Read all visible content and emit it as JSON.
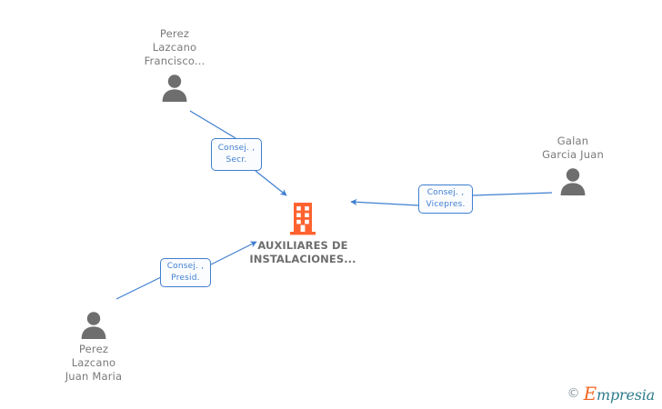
{
  "graph": {
    "title": "company-relationship-graph",
    "colors": {
      "edge": "#3f7fd0",
      "label_border": "#3f7fd0",
      "label_text": "#3f7fd0",
      "person_icon": "#6e6e6e",
      "person_text": "#7a7a7a",
      "company_icon": "#ff6230",
      "company_text": "#6e6e6e",
      "background": "#ffffff"
    },
    "company": {
      "name": "AUXILIARES DE\nINSTALACIONES...",
      "icon": "building-icon"
    },
    "people": [
      {
        "id": "perez-lazcano-francisco",
        "name": "Perez\nLazcano\nFrancisco...",
        "icon": "person-icon",
        "role": "Consej. ,\nSecr."
      },
      {
        "id": "galan-garcia-juan",
        "name": "Galan\nGarcia Juan",
        "icon": "person-icon",
        "role": "Consej. ,\nVicepres."
      },
      {
        "id": "perez-lazcano-juan-maria",
        "name": "Perez\nLazcano\nJuan Maria",
        "icon": "person-icon",
        "role": "Consej. ,\nPresid."
      }
    ]
  },
  "watermark": {
    "copyright": "©",
    "brand_lead": "E",
    "brand_rest": "mpresia"
  }
}
